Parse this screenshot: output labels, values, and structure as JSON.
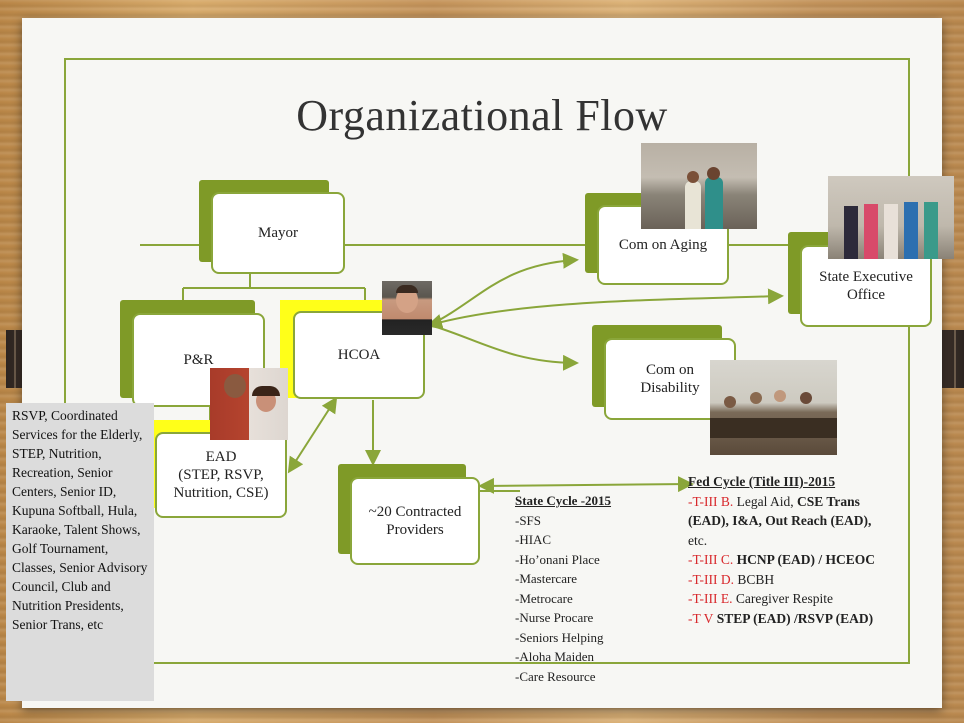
{
  "slide": {
    "title": "Organizational Flow"
  },
  "nodes": {
    "mayor": "Mayor",
    "pr": "P&R",
    "hcoa": "HCOA",
    "ead": "EAD",
    "ead_sub": "(STEP, RSVP, Nutrition, CSE)",
    "providers_l1": "~20 Contracted",
    "providers_l2": "Providers",
    "com_aging": "Com on Aging",
    "state_exec_l1": "State Executive",
    "state_exec_l2": "Office",
    "com_disability_l1": "Com on",
    "com_disability_l2": "Disability"
  },
  "side_list": {
    "text": "RSVP, Coordinated Services for the Elderly, STEP, Nutrition, Recreation, Senior Centers, Senior ID, Kupuna Softball, Hula, Karaoke, Talent Shows, Golf Tournament, Classes, Senior Advisory Council, Club and Nutrition Presidents, Senior Trans, etc"
  },
  "state_cycle": {
    "heading": "State Cycle -2015",
    "items": [
      "-SFS",
      "-HIAC",
      "-Ho’onani Place",
      "-Mastercare",
      "-Metrocare",
      "-Nurse Procare",
      "-Seniors Helping",
      "-Aloha  Maiden",
      "-Care Resource"
    ]
  },
  "fed_cycle": {
    "heading": "Fed Cycle (Title III)-2015",
    "t3b_code": "-T-III B.",
    "t3b_a": " Legal Aid, ",
    "t3b_b": "CSE Trans (EAD), I&A, Out Reach (EAD),",
    "t3b_c": " etc.",
    "t3c_code": "-T-III C.",
    "t3c_b": " HCNP (EAD) / HCEOC",
    "t3d_code": "-T-III D.",
    "t3d_a": " BCBH",
    "t3e_code": "-T-III E.",
    "t3e_a": " Caregiver Respite",
    "t5_code": "-T V",
    "t5_b": " STEP (EAD) /RSVP (EAD)"
  },
  "colors": {
    "accent_green": "#8aa63a",
    "dark_green": "#7f9a27",
    "highlight_yellow": "#ffff19",
    "code_red": "#d8282c"
  }
}
